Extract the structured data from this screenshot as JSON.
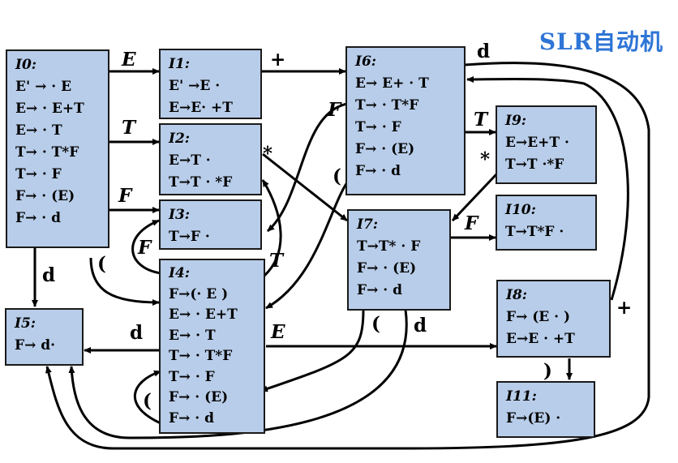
{
  "title": "SLR自动机",
  "states": [
    {
      "id": "I0",
      "name": "I0:",
      "items": [
        "E' → · E",
        "E→ · E+T",
        "E→ · T",
        "T→ · T*F",
        "T→ · F",
        "F→ · (E)",
        "F→ · d"
      ]
    },
    {
      "id": "I1",
      "name": "I1:",
      "items": [
        "E' →E ·",
        "E→E· +T"
      ]
    },
    {
      "id": "I2",
      "name": "I2:",
      "items": [
        "E→T ·",
        "T→T · *F"
      ]
    },
    {
      "id": "I3",
      "name": "I3:",
      "items": [
        "T→F ·"
      ]
    },
    {
      "id": "I4",
      "name": "I4:",
      "items": [
        "F→(· E )",
        "E→ · E+T",
        "E→ · T",
        "T→ · T*F",
        "T→ · F",
        "F→ · (E)",
        "F→ · d"
      ]
    },
    {
      "id": "I5",
      "name": "I5:",
      "items": [
        "F→ d·"
      ]
    },
    {
      "id": "I6",
      "name": "I6:",
      "items": [
        "E→ E+ · T",
        "T→ · T*F",
        "T→ · F",
        "F→ · (E)",
        "F→ · d"
      ]
    },
    {
      "id": "I7",
      "name": "I7:",
      "items": [
        "T→T* · F",
        "F→ · (E)",
        "F→ · d"
      ]
    },
    {
      "id": "I8",
      "name": "I8:",
      "items": [
        "F→ (E · )",
        "E→E · +T"
      ]
    },
    {
      "id": "I9",
      "name": "I9:",
      "items": [
        "E→E+T ·",
        "T→T ·*F"
      ]
    },
    {
      "id": "I10",
      "name": "I10:",
      "items": [
        "T→T*F ·"
      ]
    },
    {
      "id": "I11",
      "name": "I11:",
      "items": [
        "F→(E) ·"
      ]
    }
  ],
  "edge_labels": {
    "i0_i1": "E",
    "i0_i2": "T",
    "i0_i3": "F",
    "i0_i4": "(",
    "i0_i5": "d",
    "i1_i6": "+",
    "i2_i7": "*",
    "i4_i3": "F",
    "i4_i2": "T",
    "i4_i4": "(",
    "i4_i5": "d",
    "i4_i8": "E",
    "i6_i9": "T",
    "i6_i3": "F",
    "i6_i4": "(",
    "i6_i5": "d",
    "i9_i7": "*",
    "i7_i10": "F",
    "i7_i4": "(",
    "i7_i5": "d",
    "i8_i6": "+",
    "i8_i11": ")"
  }
}
